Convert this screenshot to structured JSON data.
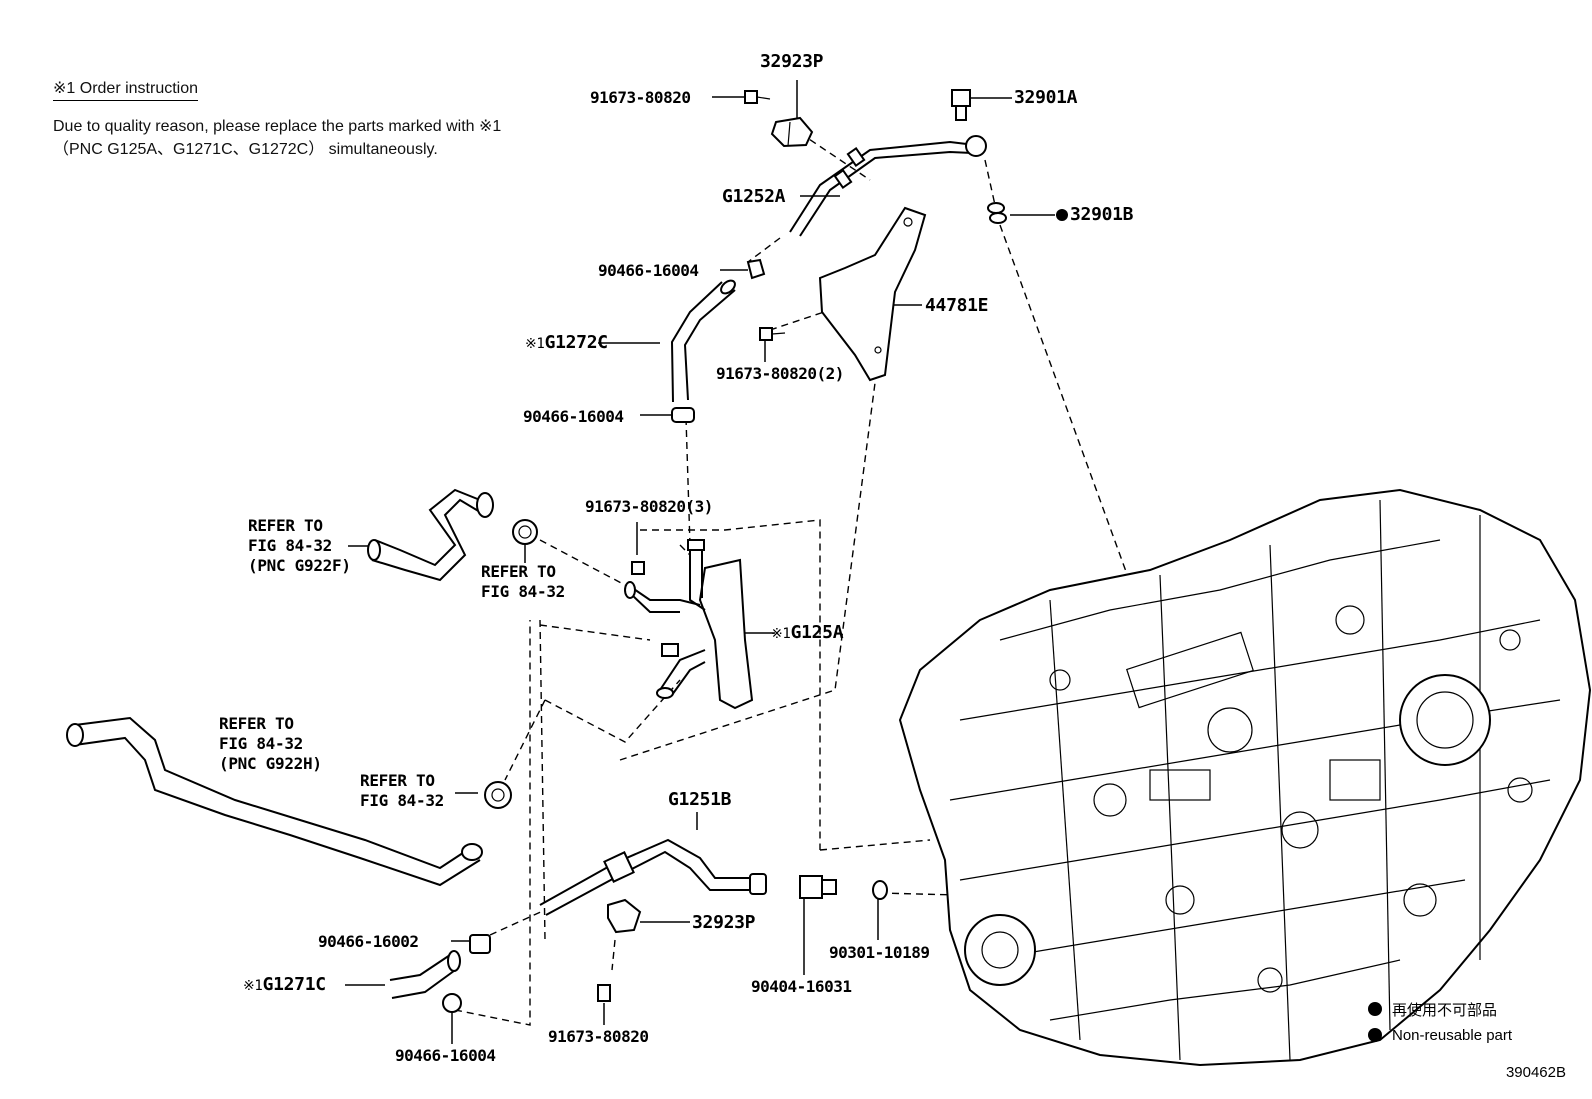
{
  "notice": {
    "title": "※1 Order instruction",
    "line1": "Due to quality reason, please replace the parts marked with ※1",
    "line2": "（PNC G125A、G1271C、G1272C） simultaneously."
  },
  "labels": {
    "p32923P_top": "32923P",
    "p91673_top": "91673-80820",
    "p32901A": "32901A",
    "p32901B": "32901B",
    "pG1252A": "G1252A",
    "p90466_16004_a": "90466-16004",
    "pG1272C": "G1272C",
    "p44781E": "44781E",
    "p91673_2": "91673-80820(2)",
    "p90466_16004_b": "90466-16004",
    "p91673_3": "91673-80820(3)",
    "pG125A": "G125A",
    "pG1251B": "G1251B",
    "p32923P_bot": "32923P",
    "p90466_16002": "90466-16002",
    "pG1271C": "G1271C",
    "p90466_16004_c": "90466-16004",
    "p91673_bot": "91673-80820",
    "p90404": "90404-16031",
    "p90301": "90301-10189",
    "mark_prefix": "※1"
  },
  "refer": {
    "r1": [
      "REFER TO",
      "FIG 84-32",
      "(PNC G922F)"
    ],
    "r2": [
      "REFER TO",
      "FIG 84-32"
    ],
    "r3": [
      "REFER TO",
      "FIG 84-32",
      "(PNC G922H)"
    ],
    "r4": [
      "REFER TO",
      "FIG 84-32"
    ]
  },
  "legend": {
    "jp": "再使用不可部品",
    "en": "Non-reusable part"
  },
  "figure_number": "390462B"
}
